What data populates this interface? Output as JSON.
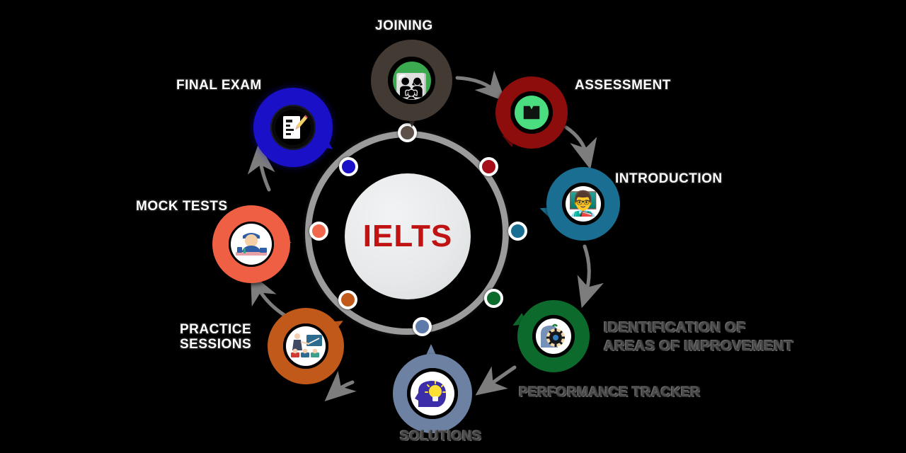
{
  "diagram": {
    "type": "cycle",
    "center_label": "IELTS",
    "center_color": "#c01414",
    "ring_color": "#9b9b9b",
    "background": "#000000",
    "steps": [
      {
        "id": "joining",
        "label": "JOINING",
        "color": "#433a34",
        "dot_color": "#5c5048",
        "icon": "group-of-people-icon",
        "glyph": "👨‍👩‍👧",
        "label_style": "outline"
      },
      {
        "id": "assessment",
        "label": "ASSESSMENT",
        "color": "#8d0d0d",
        "dot_color": "#a50d18",
        "icon": "open-book-icon",
        "glyph": "📖",
        "label_style": "outline"
      },
      {
        "id": "introduction",
        "label": "INTRODUCTION",
        "color": "#1a6e92",
        "dot_color": "#1a6e92",
        "icon": "teacher-at-whiteboard-icon",
        "glyph": "👨‍🏫",
        "label_style": "outline"
      },
      {
        "id": "identification",
        "label": "IDENTIFICATION OF\nAREAS OF IMPROVEMENT",
        "color": "#0c6b2c",
        "dot_color": "#0c6b2c",
        "icon": "head-with-gear-icon",
        "glyph": "🧠",
        "label_style": "dim"
      },
      {
        "id": "performance-tracker",
        "label": "PERFORMANCE TRACKER",
        "color": "#6d82a3",
        "dot_color": "#5d7aa8",
        "icon": "performance-tracker-icon",
        "glyph": "",
        "label_style": "dim"
      },
      {
        "id": "solutions",
        "label": "SOLUTIONS",
        "color": "#6d82a3",
        "dot_color": "#5d7aa8",
        "icon": "head-with-lightbulb-icon",
        "glyph": "💡",
        "label_style": "dim"
      },
      {
        "id": "practice-sessions",
        "label": "PRACTICE\nSESSIONS",
        "color": "#c1591a",
        "dot_color": "#c1591a",
        "icon": "classroom-lesson-icon",
        "glyph": "👨‍🏫",
        "label_style": "outline"
      },
      {
        "id": "mock-tests",
        "label": "MOCK TESTS",
        "color": "#ef5f43",
        "dot_color": "#f0674c",
        "icon": "student-at-desk-icon",
        "glyph": "🧑‍🎓",
        "label_style": "outline"
      },
      {
        "id": "final-exam",
        "label": "FINAL EXAM",
        "color": "#1a10c8",
        "dot_color": "#1a10c8",
        "icon": "exam-paper-pencil-icon",
        "glyph": "📝",
        "label_style": "outline"
      }
    ],
    "arrow_color": "#7d7d7d",
    "arrow_count": 7
  }
}
